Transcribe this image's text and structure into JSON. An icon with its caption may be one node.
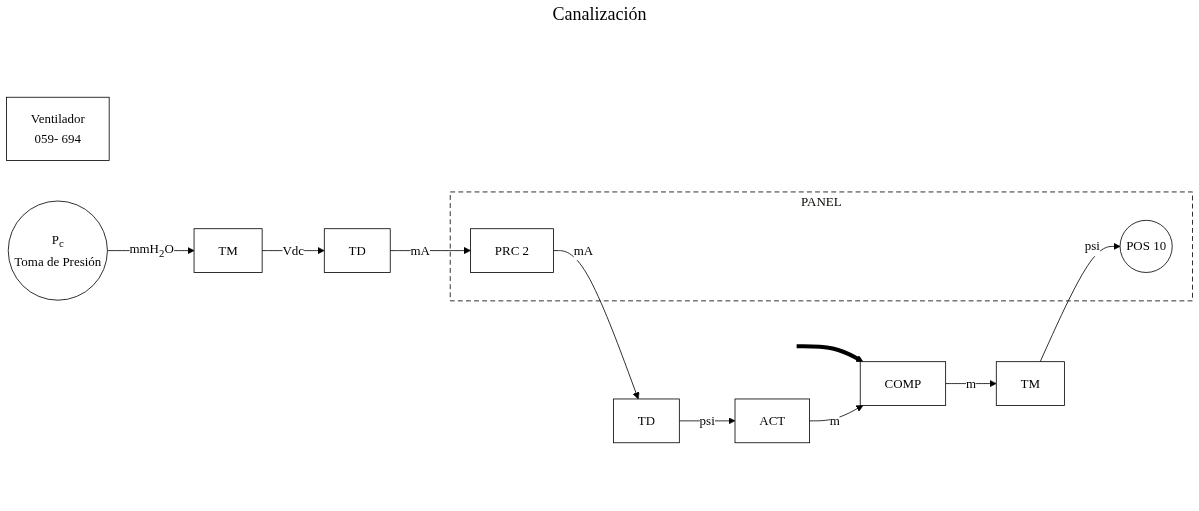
{
  "diagram": {
    "nodes": [
      {
        "text": [
          "COMP"
        ]
      },
      {
        "text": [
          "Ventilador",
          "059- 694"
        ]
      },
      {
        "text": [
          "P$_{c}$",
          "Toma de Presión"
        ]
      },
      {
        "text": [
          "ACT"
        ]
      },
      {
        "text": [
          "TD"
        ]
      },
      {
        "text": [
          "PANEL"
        ]
      },
      {
        "text": [
          "PRC 2"
        ],
        "in": 5
      },
      {
        "text": [
          "TD"
        ]
      },
      {
        "text": [
          "TM"
        ]
      },
      {
        "text": [
          "TM"
        ]
      },
      {
        "text": [
          "POS 10"
        ],
        "in": 5
      }
    ],
    "edges": [
      {
        "from": null,
        "to": 0,
        "arrow": "to",
        "style": "thick"
      },
      {
        "from": 2,
        "to": 8,
        "arrow": "to",
        "label": "mmH$_{2}$O"
      },
      {
        "from": 8,
        "to": 7,
        "arrow": "to",
        "label": "Vdc"
      },
      {
        "from": 7,
        "to": 6,
        "arrow": "to",
        "label": "mA"
      },
      {
        "from": 6,
        "to": 4,
        "arrow": "to",
        "label": "mA"
      },
      {
        "from": 4,
        "to": 3,
        "arrow": "to",
        "label": "psi"
      },
      {
        "from": 3,
        "to": 0,
        "arrow": "to",
        "label": "m"
      },
      {
        "from": 0,
        "to": 9,
        "arrow": "to",
        "label": "m"
      },
      {
        "from": 9,
        "to": 10,
        "arrow": "to",
        "label": "psi"
      }
    ],
    "labels": [
      "Canalización"
    ]
  }
}
